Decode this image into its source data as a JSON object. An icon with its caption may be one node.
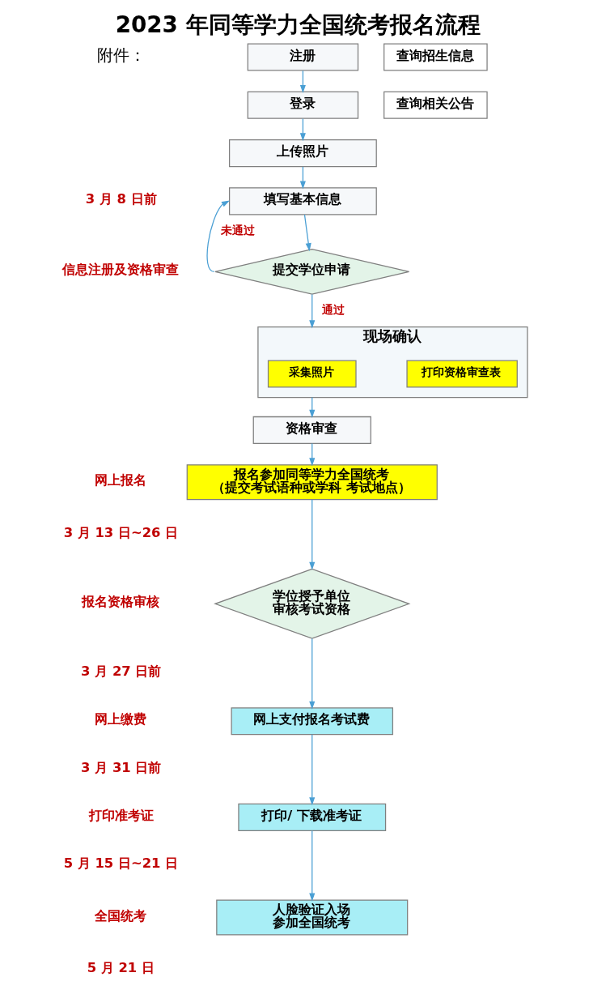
{
  "diagram": {
    "title": "2023 年同等学力全国统考报名流程",
    "nodes": [
      {
        "text": [
          "注册"
        ]
      },
      {
        "text": [
          "查询招生信息"
        ]
      },
      {
        "text": [
          "登录"
        ]
      },
      {
        "text": [
          "查询相关公告"
        ]
      },
      {
        "text": [
          "上传照片"
        ]
      },
      {
        "text": [
          "填写基本信息"
        ]
      },
      {
        "text": [
          "提交学位申请"
        ]
      },
      {
        "text": [
          "现场确认"
        ]
      },
      {
        "text": [
          "采集照片"
        ],
        "in": 7
      },
      {
        "text": [
          "打印资格审查表"
        ],
        "in": 7
      },
      {
        "text": [
          "资格审查"
        ]
      },
      {
        "text": [
          "报名参加同等学力全国统考",
          "（提交考试语种或学科 考试地点）"
        ]
      },
      {
        "text": [
          "学位授予单位审核考试资格"
        ]
      },
      {
        "text": [
          "网上支付报名考试费"
        ]
      },
      {
        "text": [
          "打印/ 下载准考证"
        ]
      },
      {
        "text": [
          "人脸验证入场参加全国统考"
        ]
      }
    ],
    "edges": [
      {
        "from": 0,
        "to": 2,
        "arrow": "to"
      },
      {
        "from": 2,
        "to": 4,
        "arrow": "to"
      },
      {
        "from": 4,
        "to": 5,
        "arrow": "to"
      },
      {
        "from": 5,
        "to": 6,
        "arrow": "to"
      },
      {
        "from": 6,
        "to": 5,
        "arrow": "to",
        "label": "未通过"
      },
      {
        "from": 6,
        "to": 7,
        "arrow": "to",
        "label": "通过"
      },
      {
        "from": 7,
        "to": 10,
        "arrow": "to"
      },
      {
        "from": 10,
        "to": 11,
        "arrow": "to"
      },
      {
        "from": 11,
        "to": 12,
        "arrow": "to"
      },
      {
        "from": 12,
        "to": 13,
        "arrow": "to"
      },
      {
        "from": 13,
        "to": 14,
        "arrow": "to"
      },
      {
        "from": 14,
        "to": 15,
        "arrow": "to"
      }
    ],
    "labels": [
      "附件：",
      "3 月 8 日前",
      "信息注册及资格审查",
      "网上报名",
      "3 月 13 日~26 日",
      "报名资格审核",
      "3 月 27 日前",
      "网上缴费",
      "3 月 31 日前",
      "打印准考证",
      "5 月 15 日~21 日",
      "全国统考",
      "5 月 21 日"
    ]
  }
}
